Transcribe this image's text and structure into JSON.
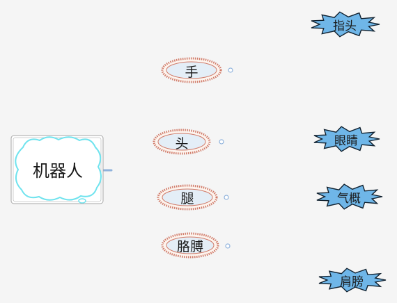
{
  "mindmap": {
    "root": {
      "label": "机器人"
    },
    "branches": [
      {
        "label": "手",
        "children": [
          {
            "label": "指头"
          }
        ]
      },
      {
        "label": "头",
        "children": [
          {
            "label": "眼睛"
          }
        ]
      },
      {
        "label": "腿",
        "children": [
          {
            "label": "气概"
          }
        ]
      },
      {
        "label": "胳膊",
        "children": [
          {
            "label": "肩膀"
          }
        ]
      }
    ]
  },
  "colors": {
    "background": "#f5f5f5",
    "connector": "#8fb2dc",
    "root_cloud_stroke": "#6fe3ee",
    "node_ring": "#d07a68",
    "node_fill": "#e4eef7",
    "leaf_fill": "#6fb6e8",
    "leaf_stroke": "#10202e"
  }
}
